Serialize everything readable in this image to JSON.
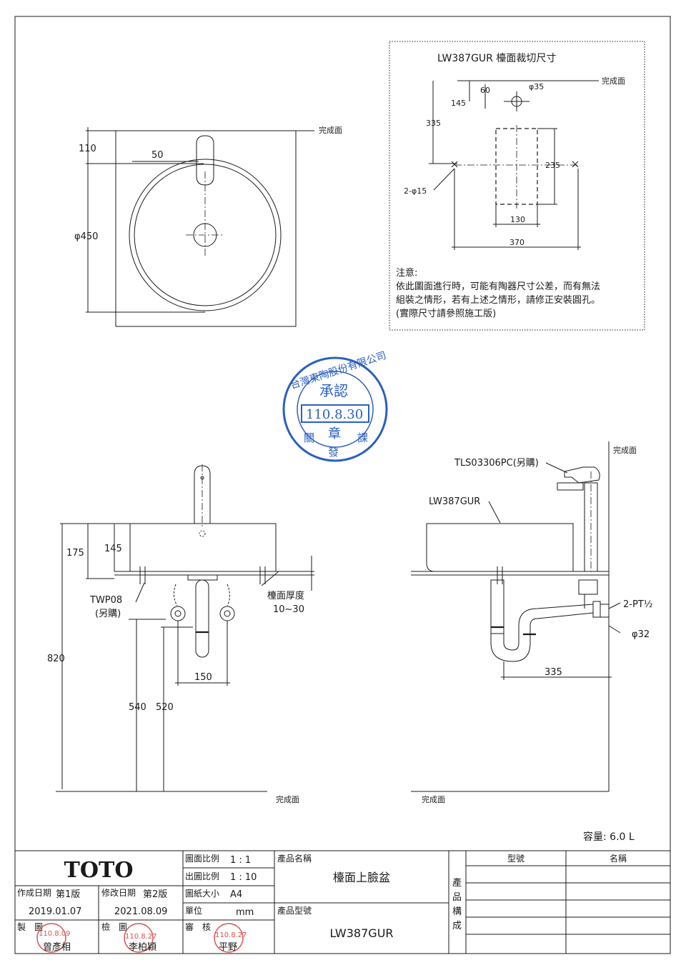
{
  "top_view": {
    "finish_surface": "完成面",
    "dim_110": "110",
    "dim_50": "50",
    "dim_450": "φ450"
  },
  "cutout": {
    "title": "LW387GUR 檯面裁切尺寸",
    "finish_surface": "完成面",
    "dim_60": "60",
    "dim_35": "φ35",
    "dim_145": "145",
    "dim_335": "335",
    "dim_235": "235",
    "dim_2x15": "2-φ15",
    "dim_130": "130",
    "dim_370": "370",
    "note_title": "注意:",
    "note_lines": [
      "依此圖面進行時，可能有陶器尺寸公差，而有無法",
      "組裝之情形，若有上述之情形，請修正安裝圓孔。",
      "(實際尺寸請參照施工版)"
    ]
  },
  "stamp": {
    "company": "台灣東陶股份有限公司",
    "approve": "承認",
    "date": "110.8.30",
    "seal": "章",
    "left": "關",
    "bottom": "發",
    "right": "課"
  },
  "front_view": {
    "dim_175": "175",
    "dim_145": "145",
    "twp_model": "TWP08",
    "twp_note": "(另購)",
    "counter_thickness": "檯面厚度",
    "counter_range": "10~30",
    "dim_820": "820",
    "dim_150": "150",
    "dim_540": "540",
    "dim_520": "520",
    "finish_surface": "完成面"
  },
  "side_view": {
    "finish_surface_top": "完成面",
    "faucet": "TLS03306PC(另購)",
    "basin": "LW387GUR",
    "pt_thread": "2-PT½",
    "dim_32": "φ32",
    "dim_335": "335",
    "finish_surface_bottom": "完成面"
  },
  "capacity": "容量: 6.0 L",
  "title_block": {
    "brand": "TOTO",
    "drawing_scale_label": "圖面比例",
    "drawing_scale": "1 : 1",
    "output_scale_label": "出圖比例",
    "output_scale": "1 : 10",
    "paper_label": "圖紙大小",
    "paper": "A4",
    "unit_label": "單位",
    "unit": "mm",
    "review_label": "審　核",
    "created_label": "作成日期",
    "edition1": "第1版",
    "created_date": "2019.01.07",
    "revised_label": "修改日期",
    "edition2": "第2版",
    "revised_date": "2021.08.09",
    "maker_label": "製　圖",
    "maker_name": "曾彥相",
    "maker_date": "110.8.09",
    "checker_label": "檢　圖",
    "checker_name": "李柏穎",
    "checker_date": "110.8.27",
    "reviewer_name": "平野",
    "reviewer_date": "110.8.27",
    "product_name_label": "產品名稱",
    "product_name": "檯面上臉盆",
    "product_model_label": "產品型號",
    "product_model": "LW387GUR",
    "composition_label": [
      "產",
      "品",
      "構",
      "成"
    ],
    "model_header": "型號",
    "name_header": "名稱"
  }
}
